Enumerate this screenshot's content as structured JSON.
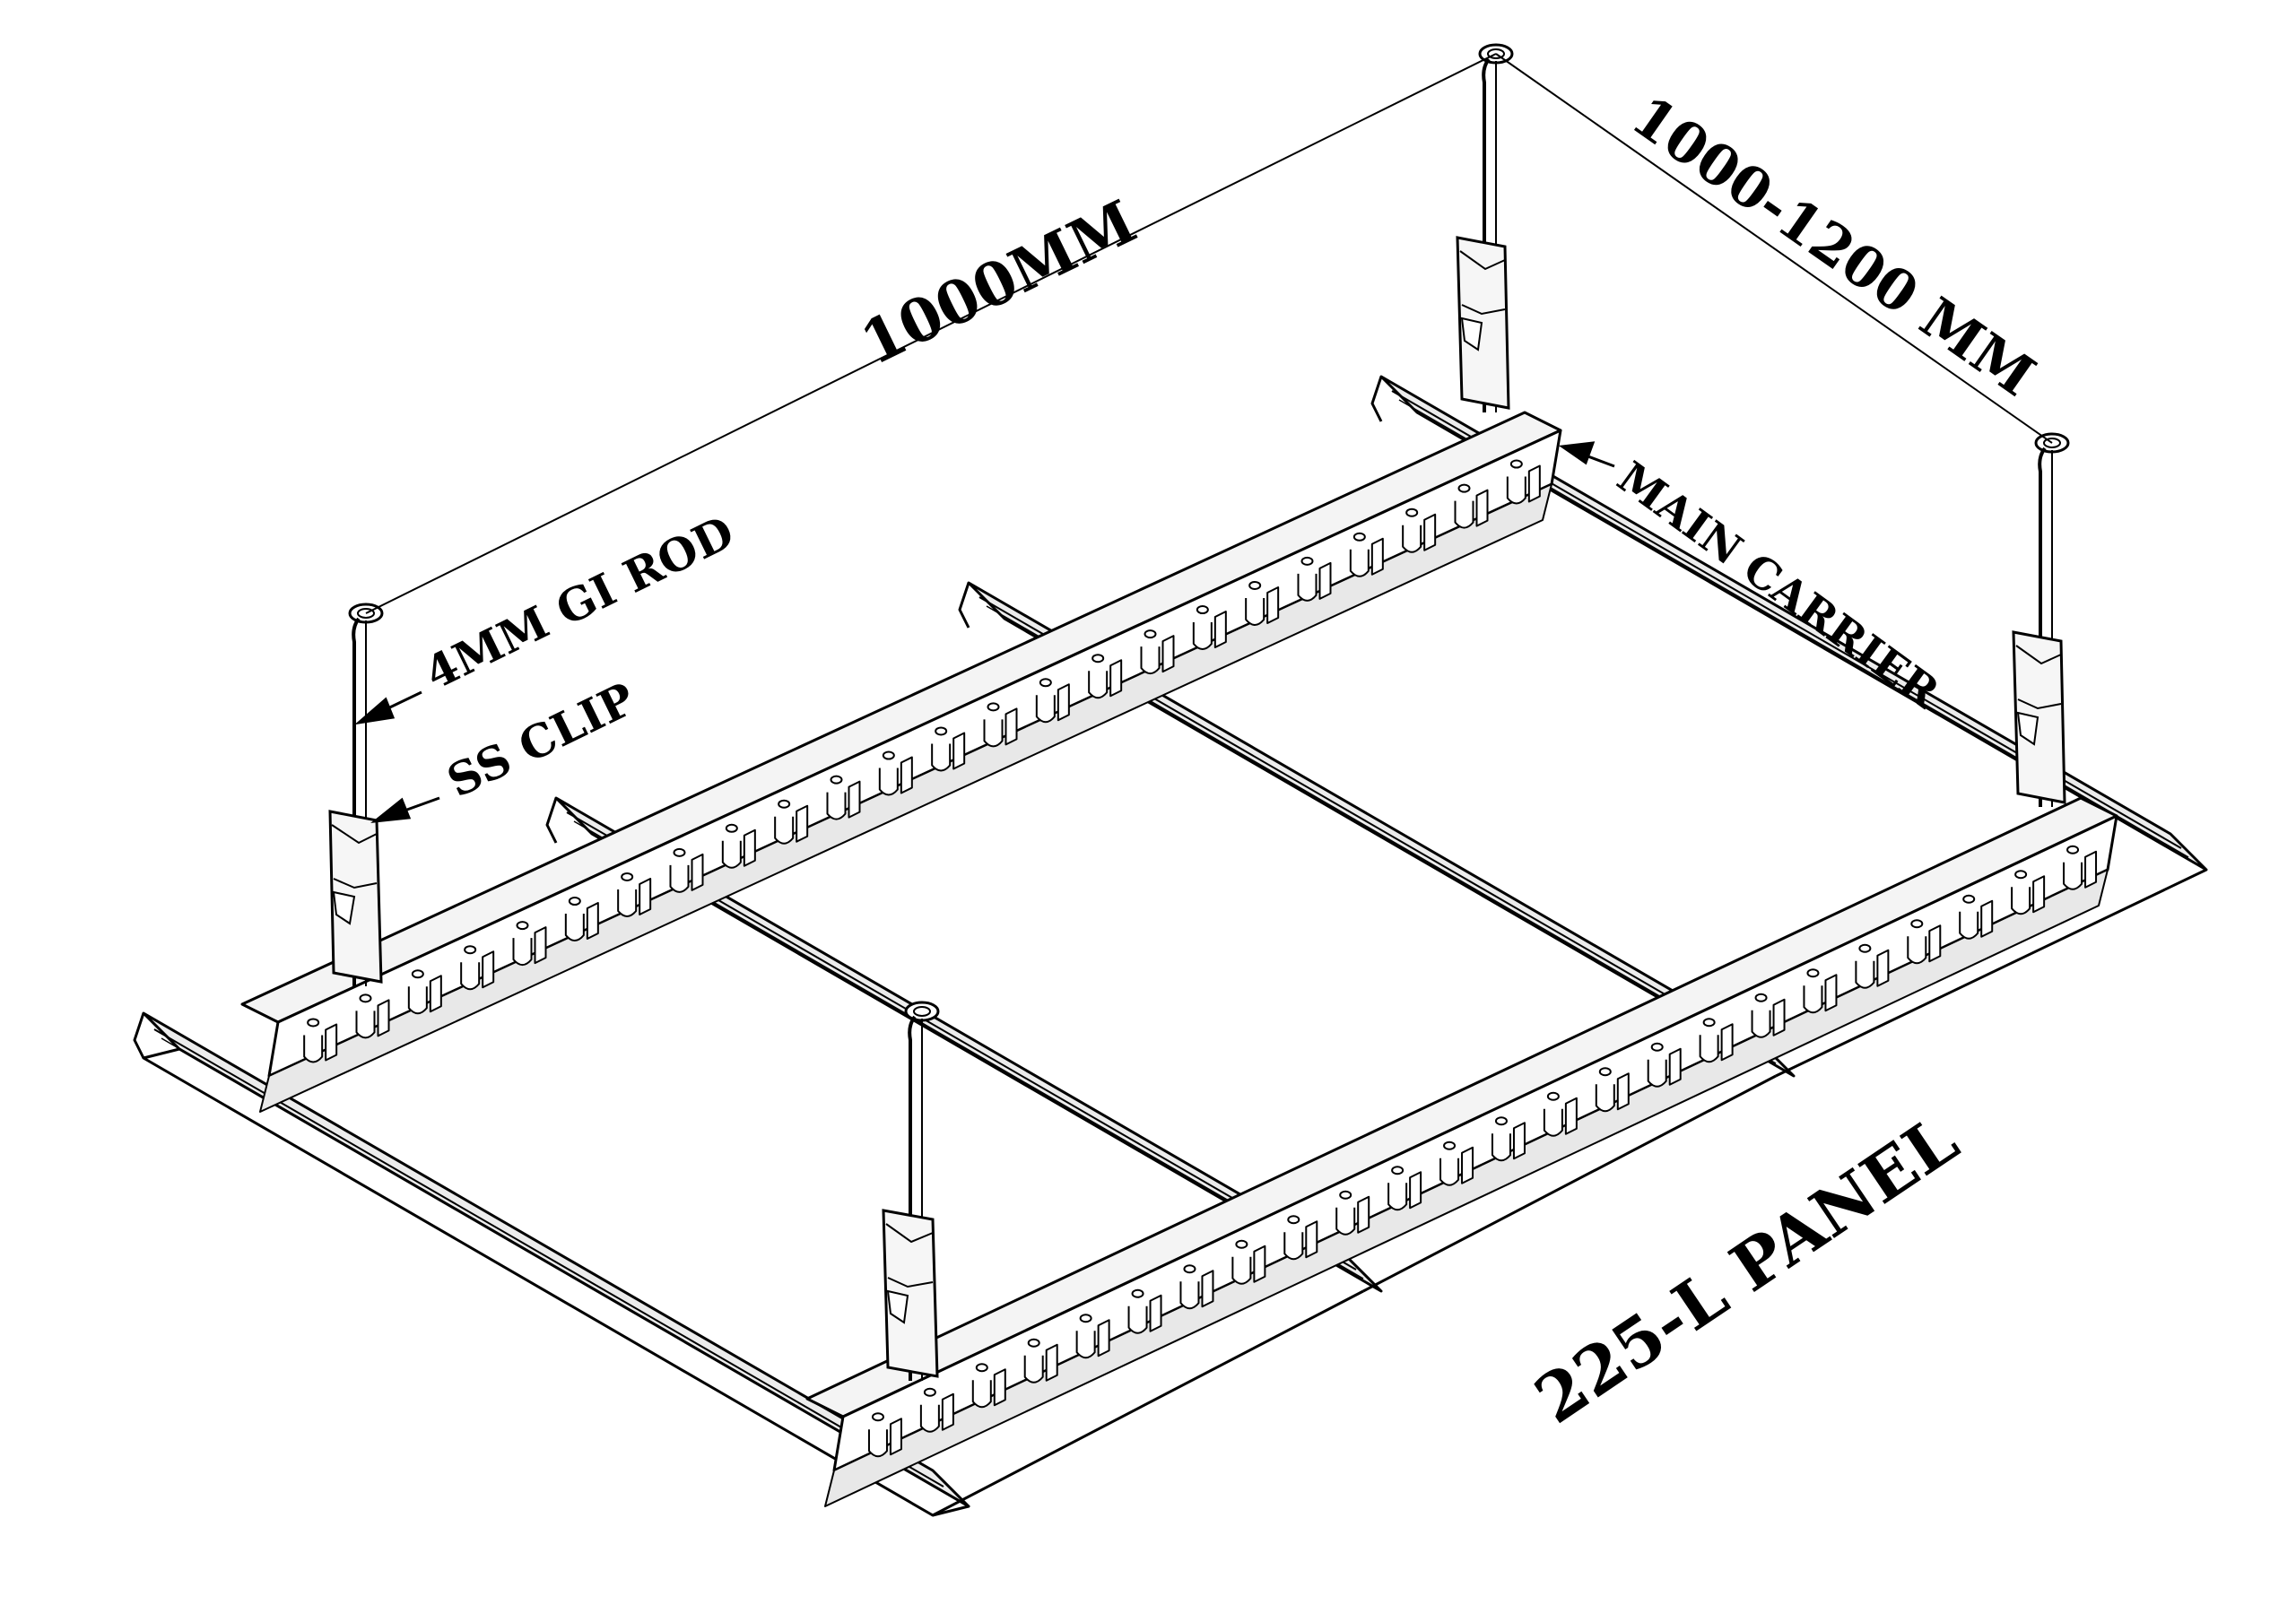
{
  "diagram": {
    "labels": {
      "span_main": "1000MM",
      "span_side": "1000-1200 MM",
      "rod": "4MM GI ROD",
      "clip": "SS CLIP",
      "carrier": "MAIN CARRIER",
      "panel": "225-L PANEL"
    },
    "colors": {
      "line": "#000000",
      "background": "#ffffff",
      "fill_light": "#f4f4f4",
      "fill_dark": "#e4e4e4"
    },
    "parts": {
      "carrier_count": 2,
      "panel_count": 4,
      "rod_count": 4,
      "clip_count": 4
    }
  }
}
